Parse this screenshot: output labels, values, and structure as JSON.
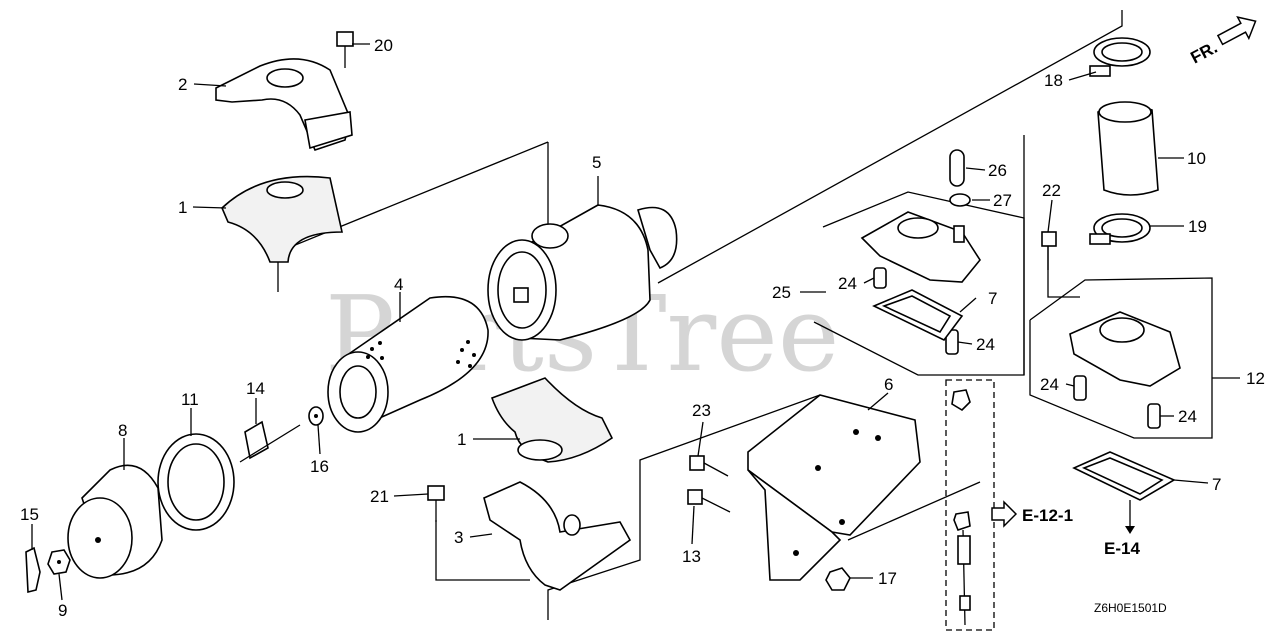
{
  "watermark": "PartsTree",
  "direction_label": "FR.",
  "references": {
    "e12": "E-12-1",
    "e14": "E-14"
  },
  "diagram_code": "Z6H0E1501D",
  "callouts": {
    "c1a": "1",
    "c1b": "1",
    "c2": "2",
    "c3": "3",
    "c4": "4",
    "c5": "5",
    "c6": "6",
    "c7a": "7",
    "c7b": "7",
    "c8": "8",
    "c9": "9",
    "c10": "10",
    "c11": "11",
    "c12": "12",
    "c13": "13",
    "c14": "14",
    "c15": "15",
    "c16": "16",
    "c17": "17",
    "c18": "18",
    "c19": "19",
    "c20": "20",
    "c21": "21",
    "c22": "22",
    "c23": "23",
    "c24a": "24",
    "c24b": "24",
    "c24c": "24",
    "c24d": "24",
    "c25": "25",
    "c26": "26",
    "c27": "27"
  }
}
